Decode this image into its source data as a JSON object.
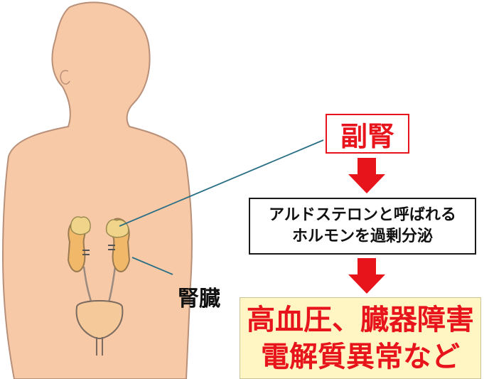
{
  "labels": {
    "adrenal": "副腎",
    "kidney": "腎臓",
    "hormone_line1": "アルドステロンと呼ばれる",
    "hormone_line2": "ホルモンを過剰分泌",
    "result_line1": "高血圧、臓器障害",
    "result_line2": "電解質異常など"
  },
  "colors": {
    "skin": "#f7c9a6",
    "skin_outline": "#b8907a",
    "gland": "#f0d48a",
    "kidney": "#f2b86a",
    "accent_red": "#e8141c",
    "result_bg": "#fff6c4",
    "leader_line": "#2a6f86"
  }
}
